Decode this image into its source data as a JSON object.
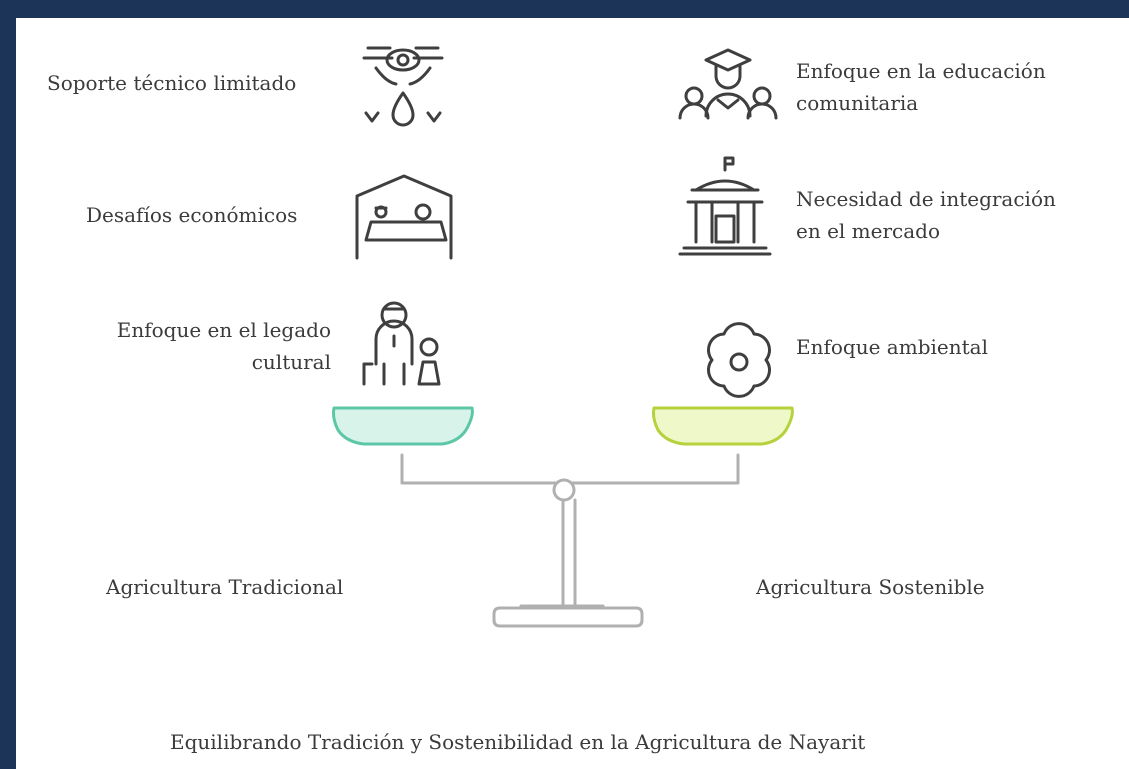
{
  "left_column": {
    "items": [
      {
        "label": "Soporte técnico limitado",
        "icon": "drone-water-drop-icon"
      },
      {
        "label": "Desafíos económicos",
        "icon": "market-stall-icon"
      },
      {
        "label_line1": "Enfoque en el legado",
        "label_line2": "cultural",
        "icon": "elder-and-child-icon"
      }
    ]
  },
  "right_column": {
    "items": [
      {
        "label_line1": "Enfoque en la educación",
        "label_line2": "comunitaria",
        "icon": "graduate-community-icon"
      },
      {
        "label_line1": "Necesidad de integración",
        "label_line2": "en el mercado",
        "icon": "market-building-icon"
      },
      {
        "label": "Enfoque ambiental",
        "icon": "flower-icon"
      }
    ]
  },
  "scale": {
    "left_label": "Agricultura Tradicional",
    "right_label": "Agricultura Sostenible",
    "left_pan_color": "#d8f3ea",
    "left_pan_stroke": "#5cc7a6",
    "right_pan_color": "#eef8c8",
    "right_pan_stroke": "#b5d23c"
  },
  "caption": "Equilibrando Tradición y Sostenibilidad en la Agricultura de Nayarit",
  "colors": {
    "frame": "#1c3458",
    "icon_stroke": "#3f3f3f",
    "scale_stroke": "#b0b0b0"
  }
}
